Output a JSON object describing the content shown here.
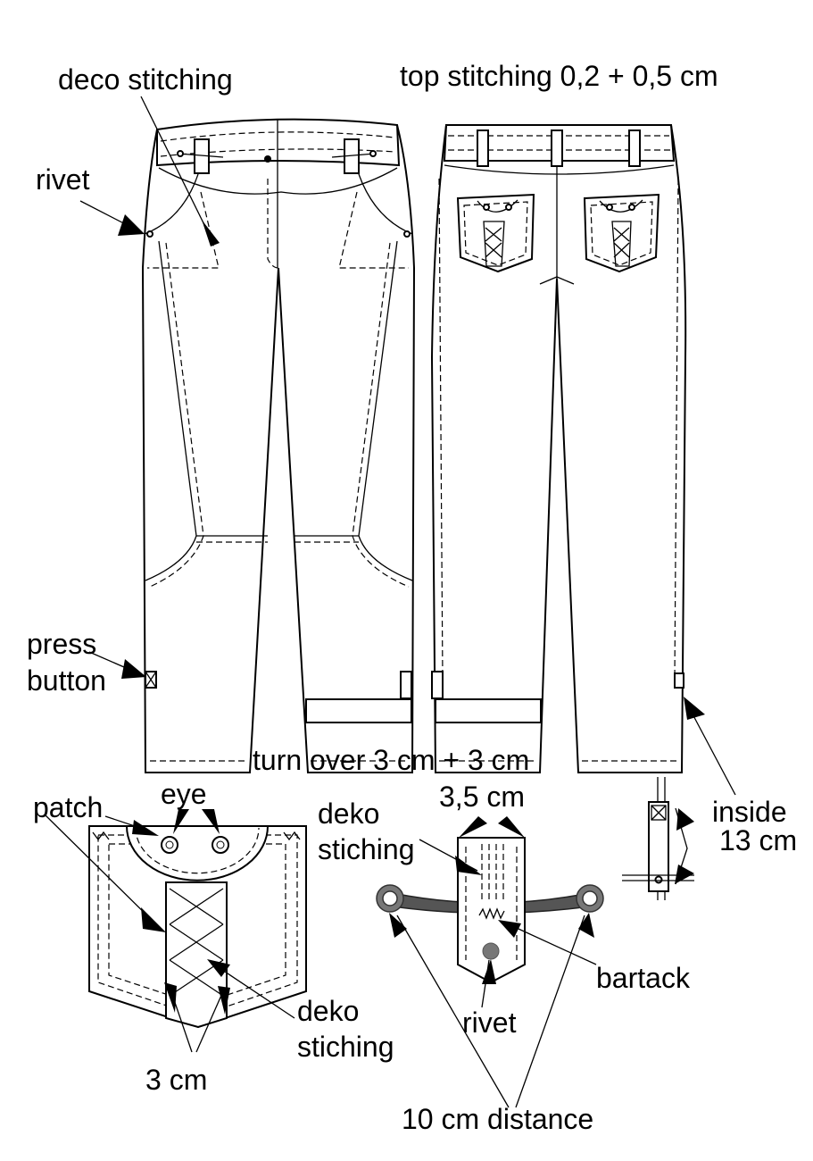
{
  "labels": {
    "deco_stitching": "deco stitching",
    "top_stitching": "top stitching 0,2 + 0,5 cm",
    "rivet_top": "rivet",
    "press_button_1": "press",
    "press_button_2": "button",
    "turn_over": "turn over 3 cm + 3 cm",
    "patch": "patch",
    "eye": "eye",
    "dim_35": "3,5 cm",
    "deko_stiching_mid_1": "deko",
    "deko_stiching_mid_2": "stiching",
    "inside_1": "inside",
    "inside_2": "13 cm",
    "bartack": "bartack",
    "deko_stiching_low_1": "deko",
    "deko_stiching_low_2": "stiching",
    "rivet_bottom": "rivet",
    "three_cm": "3 cm",
    "ten_cm_distance": "10 cm distance"
  },
  "colors": {
    "ink": "#000000",
    "paper": "#ffffff",
    "rivet_gray": "#777777",
    "strap_gray": "#555555"
  }
}
